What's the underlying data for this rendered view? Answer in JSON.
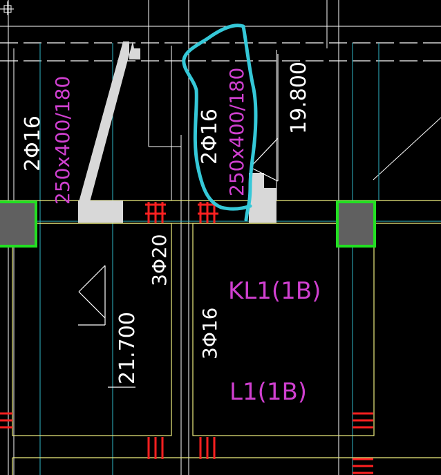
{
  "drawing": {
    "background": "#000000",
    "colors": {
      "white_line": "#ffffff",
      "cyan_line": "#2fb8c8",
      "yellow_line": "#f0f080",
      "magenta_text": "#d040d0",
      "white_text": "#ffffff",
      "gray_fill": "#d8d8d8",
      "column_fill": "#606060",
      "column_border": "#22e022",
      "rebar_red": "#ff2020",
      "markup_cyan": "#35c8d8"
    },
    "labels": {
      "left_rebar": "2Φ16",
      "left_section": "250x400/180",
      "mid_rebar": "2Φ16",
      "mid_section": "250x400/180",
      "elevation_top": "19.800",
      "elevation_left": "21.700",
      "bottom_rebar_a": "3Φ20",
      "bottom_rebar_b": "3Φ16",
      "beam_kl1": "KL1(1B)",
      "beam_l1": "L1(1B)"
    }
  }
}
